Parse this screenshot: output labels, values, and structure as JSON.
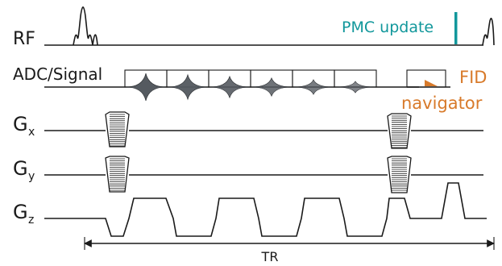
{
  "rows": {
    "rf": "RF",
    "adc": "ADC/Signal",
    "gx_main": "G",
    "gx_sub": "x",
    "gy_main": "G",
    "gy_sub": "y",
    "gz_main": "G",
    "gz_sub": "z"
  },
  "annotations": {
    "pmc_update": "PMC update",
    "fid": "FID",
    "navigator": "navigator",
    "tr": "TR"
  },
  "colors": {
    "teal": "#11979b",
    "orange": "#d87a2a",
    "gray_fill": "#555a60",
    "ink": "#1a1a1a"
  },
  "signal_decay": [
    1.0,
    0.9,
    0.78,
    0.66,
    0.54,
    0.42
  ],
  "icons": [
    "rf-pulse-icon",
    "adc-window-icon",
    "gradient-trapezoid-icon",
    "phase-encode-table-icon",
    "arrow-icon"
  ]
}
